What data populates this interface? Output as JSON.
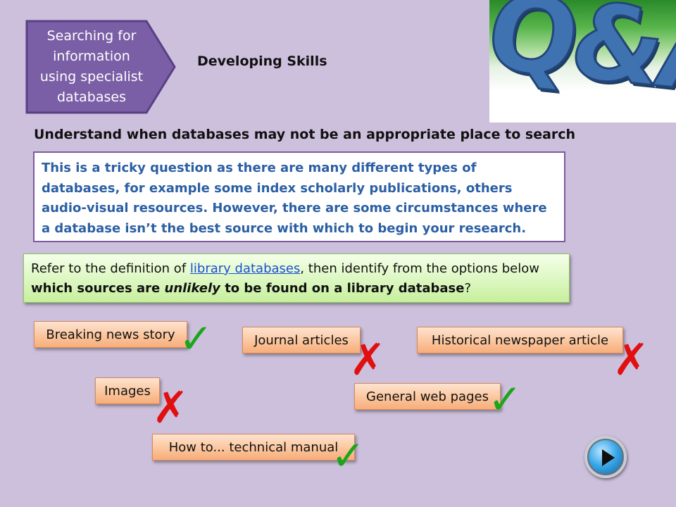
{
  "banner": {
    "lines": [
      "Searching for",
      "information",
      "using specialist",
      "databases"
    ]
  },
  "subtitle": "Developing Skills",
  "logo": {
    "text": "Q&A"
  },
  "objective": "Understand when databases may not be an appropriate place to search",
  "intro": "This is a tricky question as there are many different types of databases, for example some index scholarly publications, others audio-visual resources.  However, there are some circumstances where a database isn’t the best source with which to begin your research.",
  "instruction": {
    "prefix": "Refer to the definition of ",
    "link": "library databases",
    "middle": ", then identify from the options below ",
    "bold_a": "which sources are ",
    "bold_em": "unlikely",
    "bold_b": " to be found on a library database",
    "suffix": "?"
  },
  "options": [
    {
      "label": "Breaking news story",
      "result": "tick"
    },
    {
      "label": "Journal articles",
      "result": "cross"
    },
    {
      "label": "Historical newspaper article",
      "result": "cross"
    },
    {
      "label": "Images",
      "result": "cross"
    },
    {
      "label": "General web pages",
      "result": "tick"
    },
    {
      "label": "How to... technical manual",
      "result": "tick"
    }
  ],
  "marks": {
    "tick": "✓",
    "cross": "✗"
  },
  "colors": {
    "background": "#cdc0dc",
    "banner": "#7b5fa6",
    "intro_text": "#2b5fa4",
    "tick": "#1aa61a",
    "cross": "#e01010"
  },
  "icons": {
    "next": "play-icon"
  }
}
